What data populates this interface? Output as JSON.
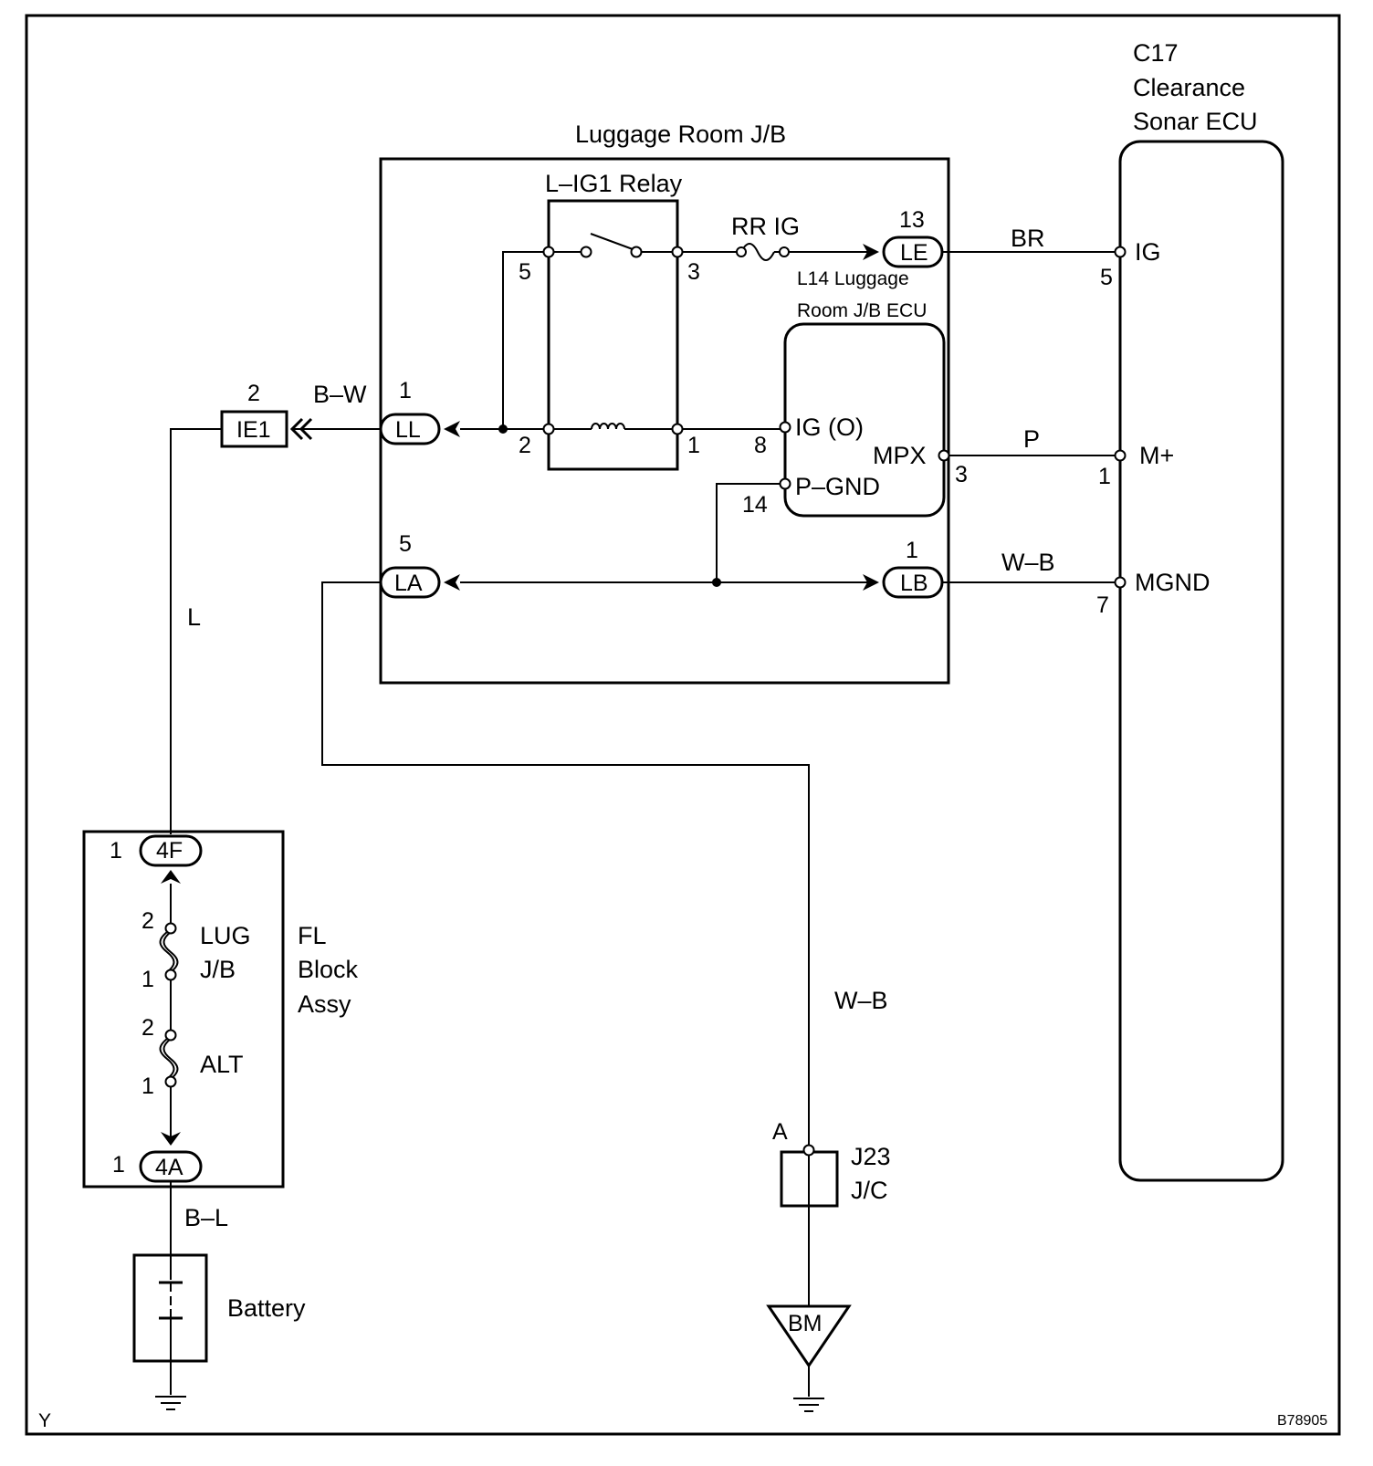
{
  "diagram": {
    "luggage_jb": {
      "title": "Luggage Room J/B"
    },
    "relay": {
      "title": "L–IG1 Relay",
      "pins": [
        "5",
        "3",
        "2",
        "1"
      ]
    },
    "fuse_rr_ig": {
      "label": "RR IG"
    },
    "ecu_l14": {
      "line1": "L14 Luggage",
      "line2": "Room J/B ECU"
    },
    "sonar_ecu": {
      "id": "C17",
      "line1": "Clearance",
      "line2": "Sonar ECU"
    },
    "connectors": {
      "LE": {
        "name": "LE",
        "pin": "13"
      },
      "LL": {
        "name": "LL",
        "pin": "1"
      },
      "LA": {
        "name": "LA",
        "pin": "5"
      },
      "LB": {
        "name": "LB",
        "pin": "1"
      },
      "IE1": {
        "name": "IE1",
        "pin": "2"
      },
      "F4": {
        "name": "4F",
        "pin": "1"
      },
      "A4": {
        "name": "4A",
        "pin": "1"
      }
    },
    "ecu_terminals": {
      "ig_o": {
        "label": "IG (O)",
        "pin": "8"
      },
      "mpx": {
        "label": "MPX",
        "pin": "3"
      },
      "p_gnd": {
        "label": "P–GND",
        "pin": "14"
      }
    },
    "sonar_terminals": {
      "ig": {
        "label": "IG",
        "pin": "5"
      },
      "m_plus": {
        "label": "M+",
        "pin": "1"
      },
      "mgnd": {
        "label": "MGND",
        "pin": "7"
      }
    },
    "wires": {
      "br": "BR",
      "p": "P",
      "w_b_top": "W–B",
      "b_w": "B–W",
      "l": "L",
      "w_b_bottom": "W–B",
      "b_l": "B–L"
    },
    "fl_block": {
      "line1": "FL",
      "line2": "Block",
      "line3": "Assy",
      "fuse_lug_line1": "LUG",
      "fuse_lug_line2": "J/B",
      "fuse_alt": "ALT",
      "fuse_pins": {
        "lug_top": "2",
        "lug_bottom": "1",
        "alt_top": "2",
        "alt_bottom": "1"
      }
    },
    "battery": {
      "label": "Battery"
    },
    "junction": {
      "pin": "A",
      "line1": "J23",
      "line2": "J/C"
    },
    "ground_point": {
      "label": "BM"
    },
    "corner_code": "Y",
    "figure_id": "B78905"
  }
}
